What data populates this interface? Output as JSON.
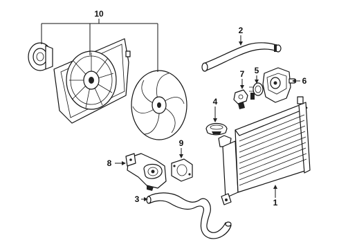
{
  "diagram": {
    "callouts": [
      {
        "id": "c1",
        "label": "1",
        "part": "radiator"
      },
      {
        "id": "c2",
        "label": "2",
        "part": "upper-hose"
      },
      {
        "id": "c3",
        "label": "3",
        "part": "lower-hose"
      },
      {
        "id": "c4",
        "label": "4",
        "part": "radiator-cap"
      },
      {
        "id": "c5",
        "label": "5",
        "part": "thermostat"
      },
      {
        "id": "c6",
        "label": "6",
        "part": "thermostat-housing"
      },
      {
        "id": "c7",
        "label": "7",
        "part": "temperature-sensor"
      },
      {
        "id": "c8",
        "label": "8",
        "part": "water-pump"
      },
      {
        "id": "c9",
        "label": "9",
        "part": "water-pump-gasket"
      },
      {
        "id": "c10",
        "label": "10",
        "part": "fan-assembly"
      }
    ]
  }
}
